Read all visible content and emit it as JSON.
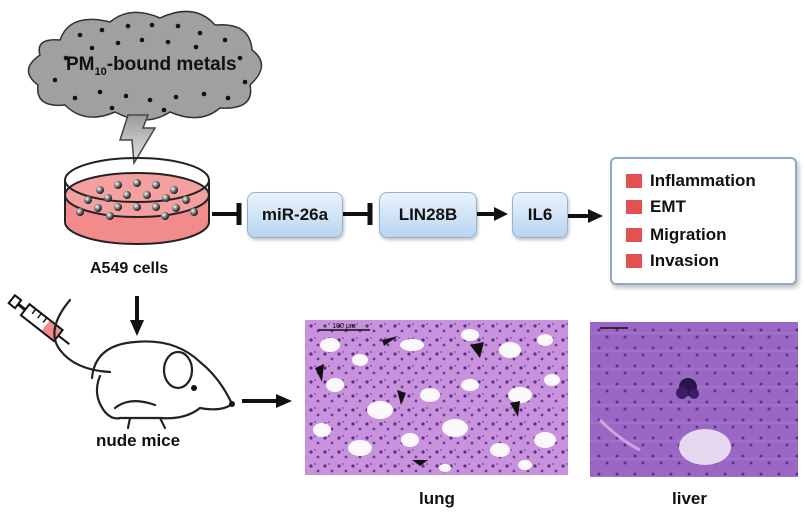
{
  "source": {
    "label_main": "PM",
    "label_sub": "10",
    "label_rest": "-bound metals"
  },
  "cells": {
    "label": "A549 cells"
  },
  "pathway": [
    {
      "label": "miR-26a"
    },
    {
      "label": "LIN28B"
    },
    {
      "label": "IL6"
    }
  ],
  "outcomes": [
    {
      "label": "Inflammation"
    },
    {
      "label": "EMT"
    },
    {
      "label": "Migration"
    },
    {
      "label": "Invasion"
    }
  ],
  "mice": {
    "label": "nude mice"
  },
  "histology": [
    {
      "caption": "lung",
      "scale_bar": "100 μm"
    },
    {
      "caption": "liver",
      "scale_bar": ""
    }
  ],
  "colors": {
    "cloud": "#9e9e9e",
    "dish_medium": "#f28b8b",
    "node_fill": "#c8ddf3",
    "outcome_marker": "#e55050",
    "tissue": "#b47ad1",
    "liver_tissue": "#8d5bb8"
  },
  "icons": [
    "cloud-icon",
    "lightning-arrow-icon",
    "petri-dish-icon",
    "syringe-icon",
    "mouse-icon"
  ]
}
